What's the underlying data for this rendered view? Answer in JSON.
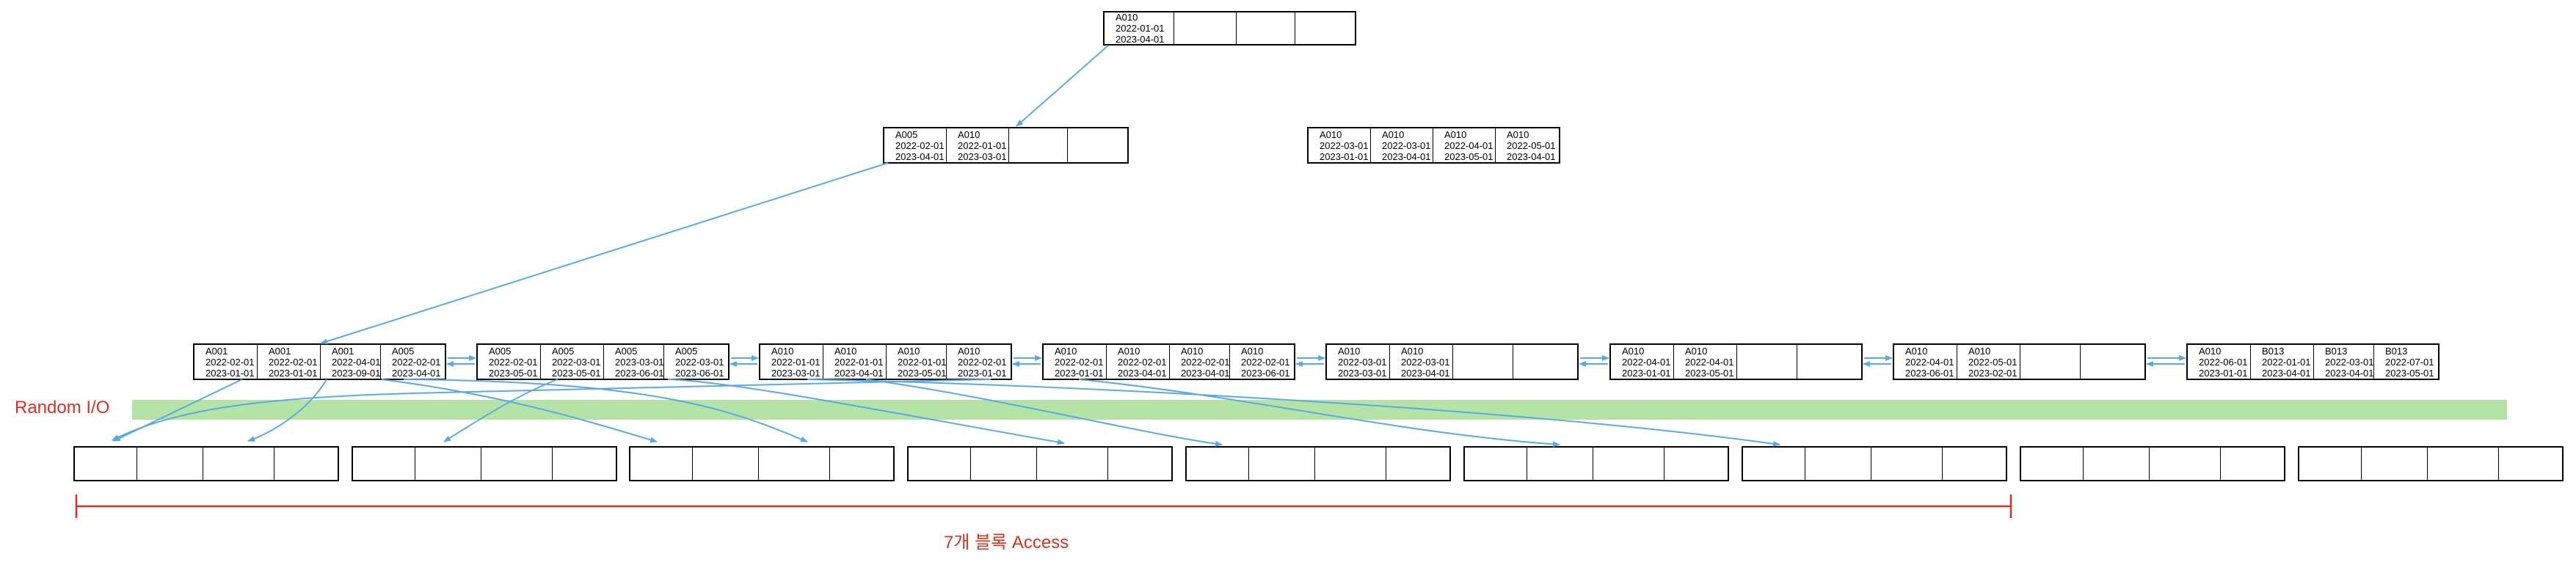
{
  "root": [
    [
      "A010",
      "2022-01-01",
      "2023-04-01"
    ]
  ],
  "branches": [
    [
      [
        "A005",
        "2022-02-01",
        "2023-04-01"
      ],
      [
        "A010",
        "2022-01-01",
        "2023-03-01"
      ]
    ],
    [
      [
        "A010",
        "2022-03-01",
        "2023-01-01"
      ],
      [
        "A010",
        "2022-03-01",
        "2023-04-01"
      ],
      [
        "A010",
        "2022-04-01",
        "2023-05-01"
      ],
      [
        "A010",
        "2022-05-01",
        "2023-04-01"
      ]
    ]
  ],
  "leaves": [
    [
      [
        "A001",
        "2022-02-01",
        "2023-01-01"
      ],
      [
        "A001",
        "2022-02-01",
        "2023-01-01"
      ],
      [
        "A001",
        "2022-04-01",
        "2023-09-01"
      ],
      [
        "A005",
        "2022-02-01",
        "2023-04-01"
      ]
    ],
    [
      [
        "A005",
        "2022-02-01",
        "2023-05-01"
      ],
      [
        "A005",
        "2022-03-01",
        "2023-05-01"
      ],
      [
        "A005",
        "2023-03-01",
        "2023-06-01"
      ],
      [
        "A005",
        "2022-03-01",
        "2023-06-01"
      ]
    ],
    [
      [
        "A010",
        "2022-01-01",
        "2023-03-01"
      ],
      [
        "A010",
        "2022-01-01",
        "2023-04-01"
      ],
      [
        "A010",
        "2022-01-01",
        "2023-05-01"
      ],
      [
        "A010",
        "2022-02-01",
        "2023-01-01"
      ]
    ],
    [
      [
        "A010",
        "2022-02-01",
        "2023-01-01"
      ],
      [
        "A010",
        "2022-02-01",
        "2023-04-01"
      ],
      [
        "A010",
        "2022-02-01",
        "2023-04-01"
      ],
      [
        "A010",
        "2022-02-01",
        "2023-06-01"
      ]
    ],
    [
      [
        "A010",
        "2022-03-01",
        "2023-03-01"
      ],
      [
        "A010",
        "2022-03-01",
        "2023-04-01"
      ]
    ],
    [
      [
        "A010",
        "2022-04-01",
        "2023-01-01"
      ],
      [
        "A010",
        "2022-04-01",
        "2023-05-01"
      ]
    ],
    [
      [
        "A010",
        "2022-04-01",
        "2023-06-01"
      ],
      [
        "A010",
        "2022-05-01",
        "2023-02-01"
      ]
    ],
    [
      [
        "A010",
        "2022-06-01",
        "2023-01-01"
      ],
      [
        "B013",
        "2022-01-01",
        "2023-04-01"
      ],
      [
        "B013",
        "2022-03-01",
        "2023-04-01"
      ],
      [
        "B013",
        "2022-07-01",
        "2023-05-01"
      ]
    ]
  ],
  "table_block_count": 9,
  "labels": {
    "random_io": "Random I/O",
    "access": "7개 블록 Access"
  },
  "colors": {
    "pointer_arrow": "#5aa9e6",
    "random_io_band": "#b5e3a6",
    "annotation": "#d8321e"
  }
}
